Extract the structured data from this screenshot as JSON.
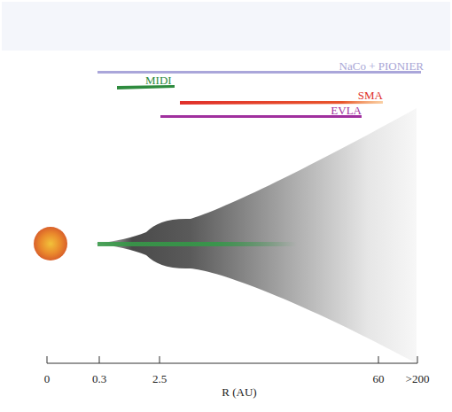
{
  "diagram": {
    "labels": [
      "NaCo + PIONIER",
      "MIDI",
      "SMA",
      "EVLA",
      "0",
      "0.3",
      "2.5",
      "60",
      ">200",
      "R (AU)"
    ]
  }
}
